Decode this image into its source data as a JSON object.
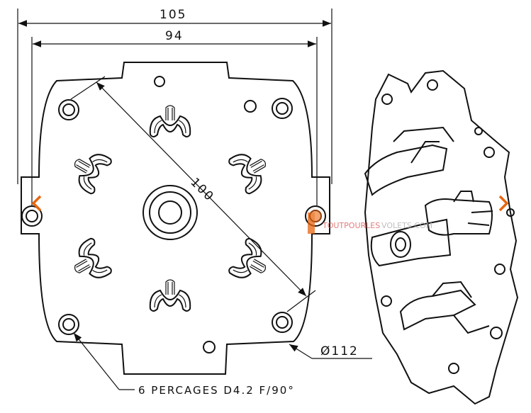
{
  "drawing": {
    "dimensions": {
      "overall_width": "105",
      "hole_spacing": "94",
      "diagonal": "100",
      "diameter": "Ø112"
    },
    "note": "6 PERCAGES D4.2 F/90°"
  },
  "watermark": {
    "text": "TOUTPOURLESVOLETS.COM"
  },
  "carousel": {
    "prev_icon": "chevron-left-icon",
    "next_icon": "chevron-right-icon",
    "accent": "#e8650f"
  }
}
